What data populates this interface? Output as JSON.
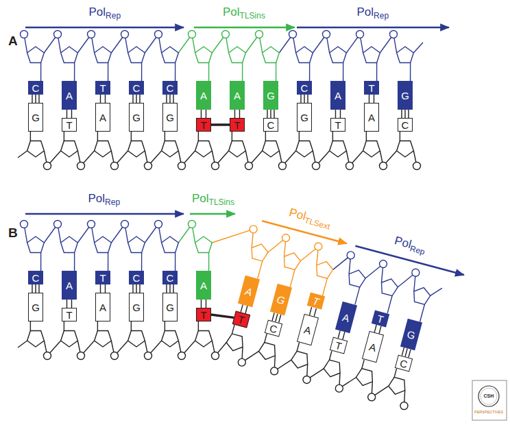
{
  "diagram": {
    "nodes": [
      {
        "text": [
          "C"
        ]
      },
      {
        "text": [
          "A"
        ]
      },
      {
        "text": [
          "T"
        ]
      },
      {
        "text": [
          "C"
        ]
      },
      {
        "text": [
          "C"
        ]
      },
      {
        "text": [
          "A"
        ]
      },
      {
        "text": [
          "A"
        ]
      },
      {
        "text": [
          "G"
        ]
      },
      {
        "text": [
          "C"
        ]
      },
      {
        "text": [
          "A"
        ]
      },
      {
        "text": [
          "T"
        ]
      },
      {
        "text": [
          "G"
        ]
      },
      {
        "text": [
          "G"
        ]
      },
      {
        "text": [
          "T"
        ]
      },
      {
        "text": [
          "A"
        ]
      },
      {
        "text": [
          "G"
        ]
      },
      {
        "text": [
          "G"
        ]
      },
      {
        "text": [
          "T"
        ]
      },
      {
        "text": [
          "T"
        ]
      },
      {
        "text": [
          "C"
        ]
      },
      {
        "text": [
          "G"
        ]
      },
      {
        "text": [
          "T"
        ]
      },
      {
        "text": [
          "A"
        ]
      },
      {
        "text": [
          "C"
        ]
      },
      {
        "text": [
          "C"
        ]
      },
      {
        "text": [
          "A"
        ]
      },
      {
        "text": [
          "T"
        ]
      },
      {
        "text": [
          "C"
        ]
      },
      {
        "text": [
          "C"
        ]
      },
      {
        "text": [
          "A"
        ]
      },
      {
        "text": [
          "A"
        ]
      },
      {
        "text": [
          "G"
        ]
      },
      {
        "text": [
          "T"
        ]
      },
      {
        "text": [
          "A"
        ]
      },
      {
        "text": [
          "T"
        ]
      },
      {
        "text": [
          "G"
        ]
      },
      {
        "text": [
          "G"
        ]
      },
      {
        "text": [
          "T"
        ]
      },
      {
        "text": [
          "A"
        ]
      },
      {
        "text": [
          "G"
        ]
      },
      {
        "text": [
          "G"
        ]
      },
      {
        "text": [
          "T"
        ]
      },
      {
        "text": [
          "T"
        ]
      },
      {
        "text": [
          "C"
        ]
      },
      {
        "text": [
          "A"
        ]
      },
      {
        "text": [
          "T"
        ]
      },
      {
        "text": [
          "A"
        ]
      },
      {
        "text": [
          "C"
        ]
      }
    ],
    "edges": [
      {
        "from": 0,
        "to": 12,
        "arrow": "none"
      },
      {
        "from": 1,
        "to": 13,
        "arrow": "none"
      },
      {
        "from": 2,
        "to": 14,
        "arrow": "none"
      },
      {
        "from": 3,
        "to": 15,
        "arrow": "none"
      },
      {
        "from": 4,
        "to": 16,
        "arrow": "none"
      },
      {
        "from": 5,
        "to": 17,
        "arrow": "none"
      },
      {
        "from": 6,
        "to": 18,
        "arrow": "none"
      },
      {
        "from": 7,
        "to": 19,
        "arrow": "none"
      },
      {
        "from": 8,
        "to": 20,
        "arrow": "none"
      },
      {
        "from": 9,
        "to": 21,
        "arrow": "none"
      },
      {
        "from": 10,
        "to": 22,
        "arrow": "none"
      },
      {
        "from": 11,
        "to": 23,
        "arrow": "none"
      },
      {
        "from": 17,
        "to": 18,
        "arrow": "none"
      },
      {
        "from": 24,
        "to": 36,
        "arrow": "none"
      },
      {
        "from": 25,
        "to": 37,
        "arrow": "none"
      },
      {
        "from": 26,
        "to": 38,
        "arrow": "none"
      },
      {
        "from": 27,
        "to": 39,
        "arrow": "none"
      },
      {
        "from": 28,
        "to": 40,
        "arrow": "none"
      },
      {
        "from": 29,
        "to": 41,
        "arrow": "none"
      },
      {
        "from": 30,
        "to": 42,
        "arrow": "none"
      },
      {
        "from": 31,
        "to": 43,
        "arrow": "none"
      },
      {
        "from": 32,
        "to": 44,
        "arrow": "none"
      },
      {
        "from": 33,
        "to": 45,
        "arrow": "none"
      },
      {
        "from": 34,
        "to": 46,
        "arrow": "none"
      },
      {
        "from": 35,
        "to": 47,
        "arrow": "none"
      },
      {
        "from": 41,
        "to": 42,
        "arrow": "none"
      }
    ],
    "labels": [
      "A",
      "PolRep",
      "PolTLSins",
      "PolRep",
      "B",
      "PolRep",
      "PolTLSins",
      "PolTLSext",
      "PolRep",
      "CSH",
      "PERSPECTIVES"
    ]
  }
}
